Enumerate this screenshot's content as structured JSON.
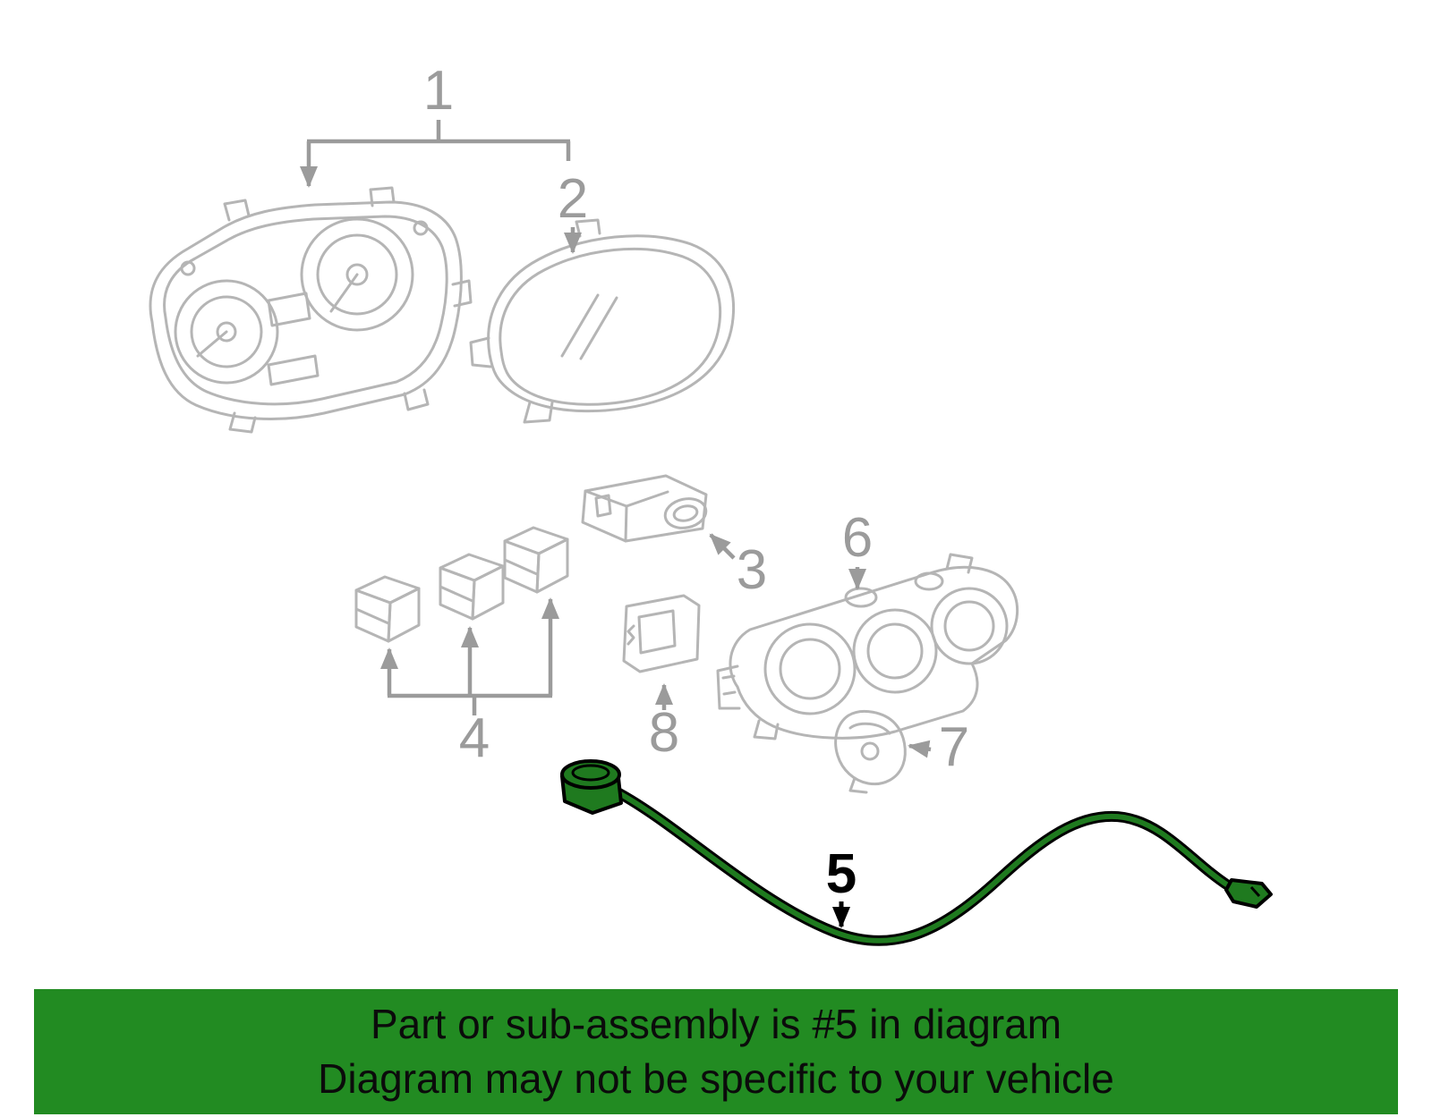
{
  "labels": {
    "p1": "1",
    "p2": "2",
    "p3": "3",
    "p4": "4",
    "p5": "5",
    "p6": "6",
    "p7": "7",
    "p8": "8"
  },
  "banner": {
    "line1": "Part or sub-assembly is #5 in diagram",
    "line2": "Diagram may not be specific to your vehicle"
  },
  "colors": {
    "banner-bg": "#228B22",
    "banner-text": "#0b0b0b",
    "sketch": "#b5b5b5",
    "label": "#9b9b9b",
    "highlight": "#1f7a1f",
    "outline": "#000000"
  }
}
